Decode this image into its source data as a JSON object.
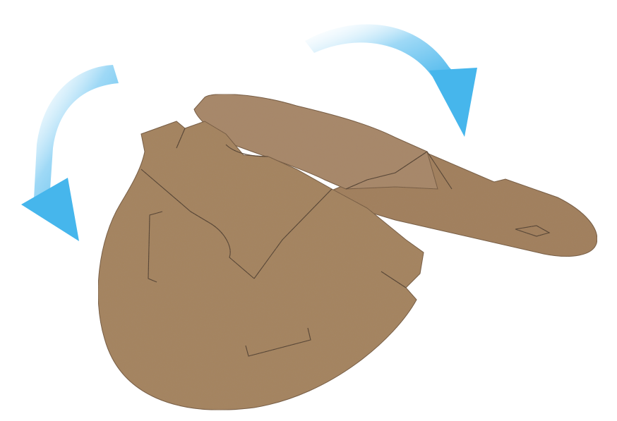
{
  "scene": {
    "subject": "die-cut-kraft-cardboard-blank",
    "background_color": "#ffffff",
    "cardboard_color": "#a58463",
    "cardboard_shadow_color": "#8e6e4f",
    "crease_line_color": "#3f2f22",
    "arrow_color": "#4bb8ec",
    "arrows": [
      {
        "name": "left-fold-arrow",
        "direction": "down"
      },
      {
        "name": "right-fold-arrow",
        "direction": "down"
      }
    ]
  }
}
